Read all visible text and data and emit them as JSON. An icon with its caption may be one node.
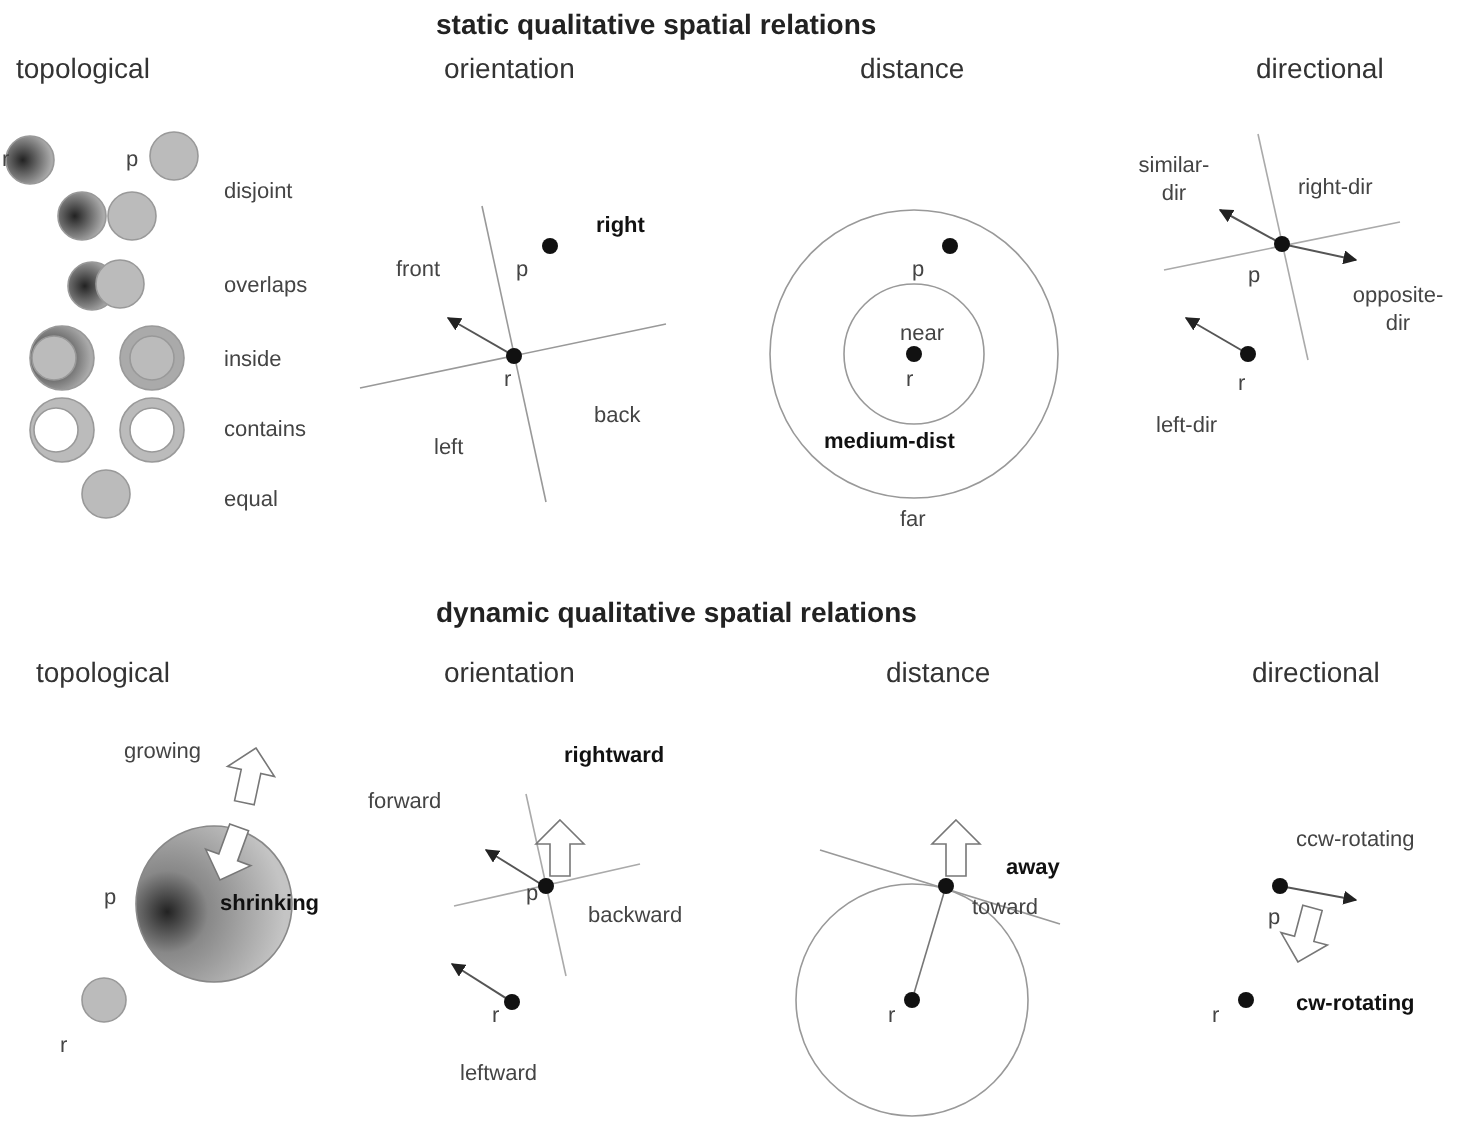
{
  "diagram": {
    "title": "static qualitative spatial relations",
    "labels": [
      "topological",
      "orientation",
      "distance",
      "directional",
      "r",
      "p",
      "disjoint",
      "overlaps",
      "inside",
      "contains",
      "equal",
      "right",
      "front",
      "p",
      "r",
      "back",
      "left",
      "p",
      "near",
      "r",
      "medium-dist",
      "far",
      "similar-dir",
      "right-dir",
      "p",
      "opposite-dir",
      "r",
      "left-dir",
      "dynamic qualitative spatial relations",
      "topological",
      "orientation",
      "distance",
      "directional",
      "growing",
      "rightward",
      "forward",
      "p",
      "shrinking",
      "p",
      "away",
      "ccw-rotating",
      "toward",
      "backward",
      "p",
      "r",
      "r",
      "r",
      "r",
      "cw-rotating",
      "leftward"
    ]
  }
}
